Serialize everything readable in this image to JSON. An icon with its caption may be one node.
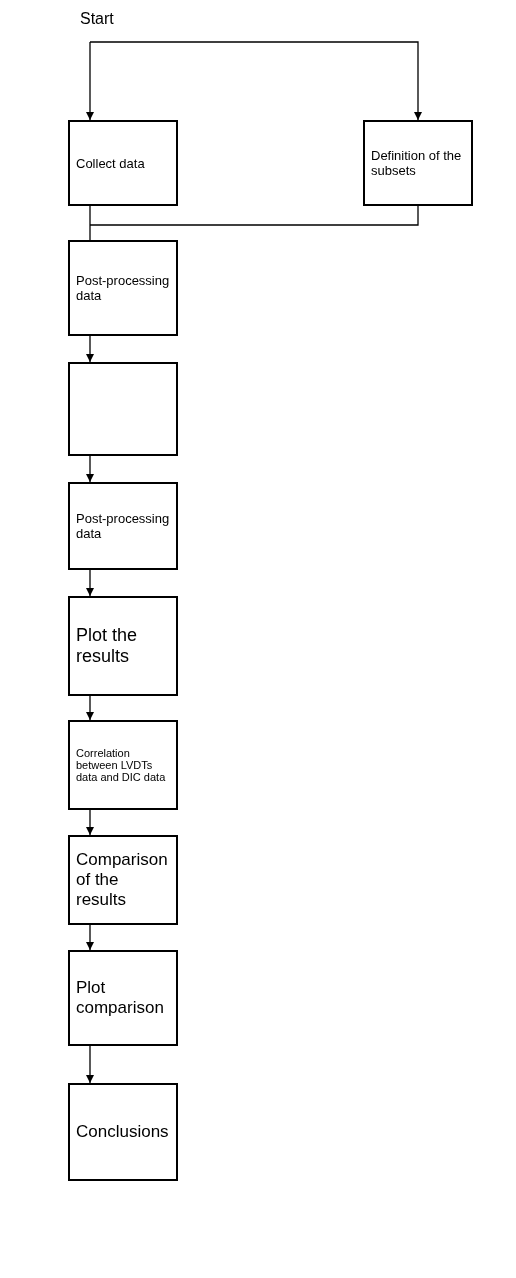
{
  "diagram": {
    "nodes": [
      {
        "text": [
          "Start"
        ]
      },
      {
        "text": [
          "Collect data"
        ]
      },
      {
        "text": [
          "Definition of the subsets"
        ]
      },
      {
        "text": [
          "Post-processing data"
        ]
      },
      {
        "text": [],
        "shape": "box"
      },
      {
        "text": [
          "Post-processing data"
        ]
      },
      {
        "text": [
          "Plot the results"
        ]
      },
      {
        "text": [
          "Correlation between LVDTs data and DIC data"
        ]
      },
      {
        "text": [
          "Comparison of the results"
        ]
      },
      {
        "text": [
          "Plot comparison"
        ]
      },
      {
        "text": [
          "Conclusions"
        ]
      }
    ],
    "edges": [
      {
        "from": 0,
        "to": 1,
        "arrow": "to"
      },
      {
        "from": 0,
        "to": 2,
        "arrow": "to"
      },
      {
        "from": 1,
        "to": 3,
        "arrow": "none"
      },
      {
        "from": 2,
        "to": 3,
        "arrow": "none"
      },
      {
        "from": 3,
        "to": 4,
        "arrow": "to"
      },
      {
        "from": 4,
        "to": 5,
        "arrow": "to"
      },
      {
        "from": 5,
        "to": 6,
        "arrow": "to"
      },
      {
        "from": 6,
        "to": 7,
        "arrow": "to"
      },
      {
        "from": 7,
        "to": 8,
        "arrow": "to"
      },
      {
        "from": 8,
        "to": 9,
        "arrow": "to"
      },
      {
        "from": 9,
        "to": 10,
        "arrow": "to"
      }
    ]
  }
}
